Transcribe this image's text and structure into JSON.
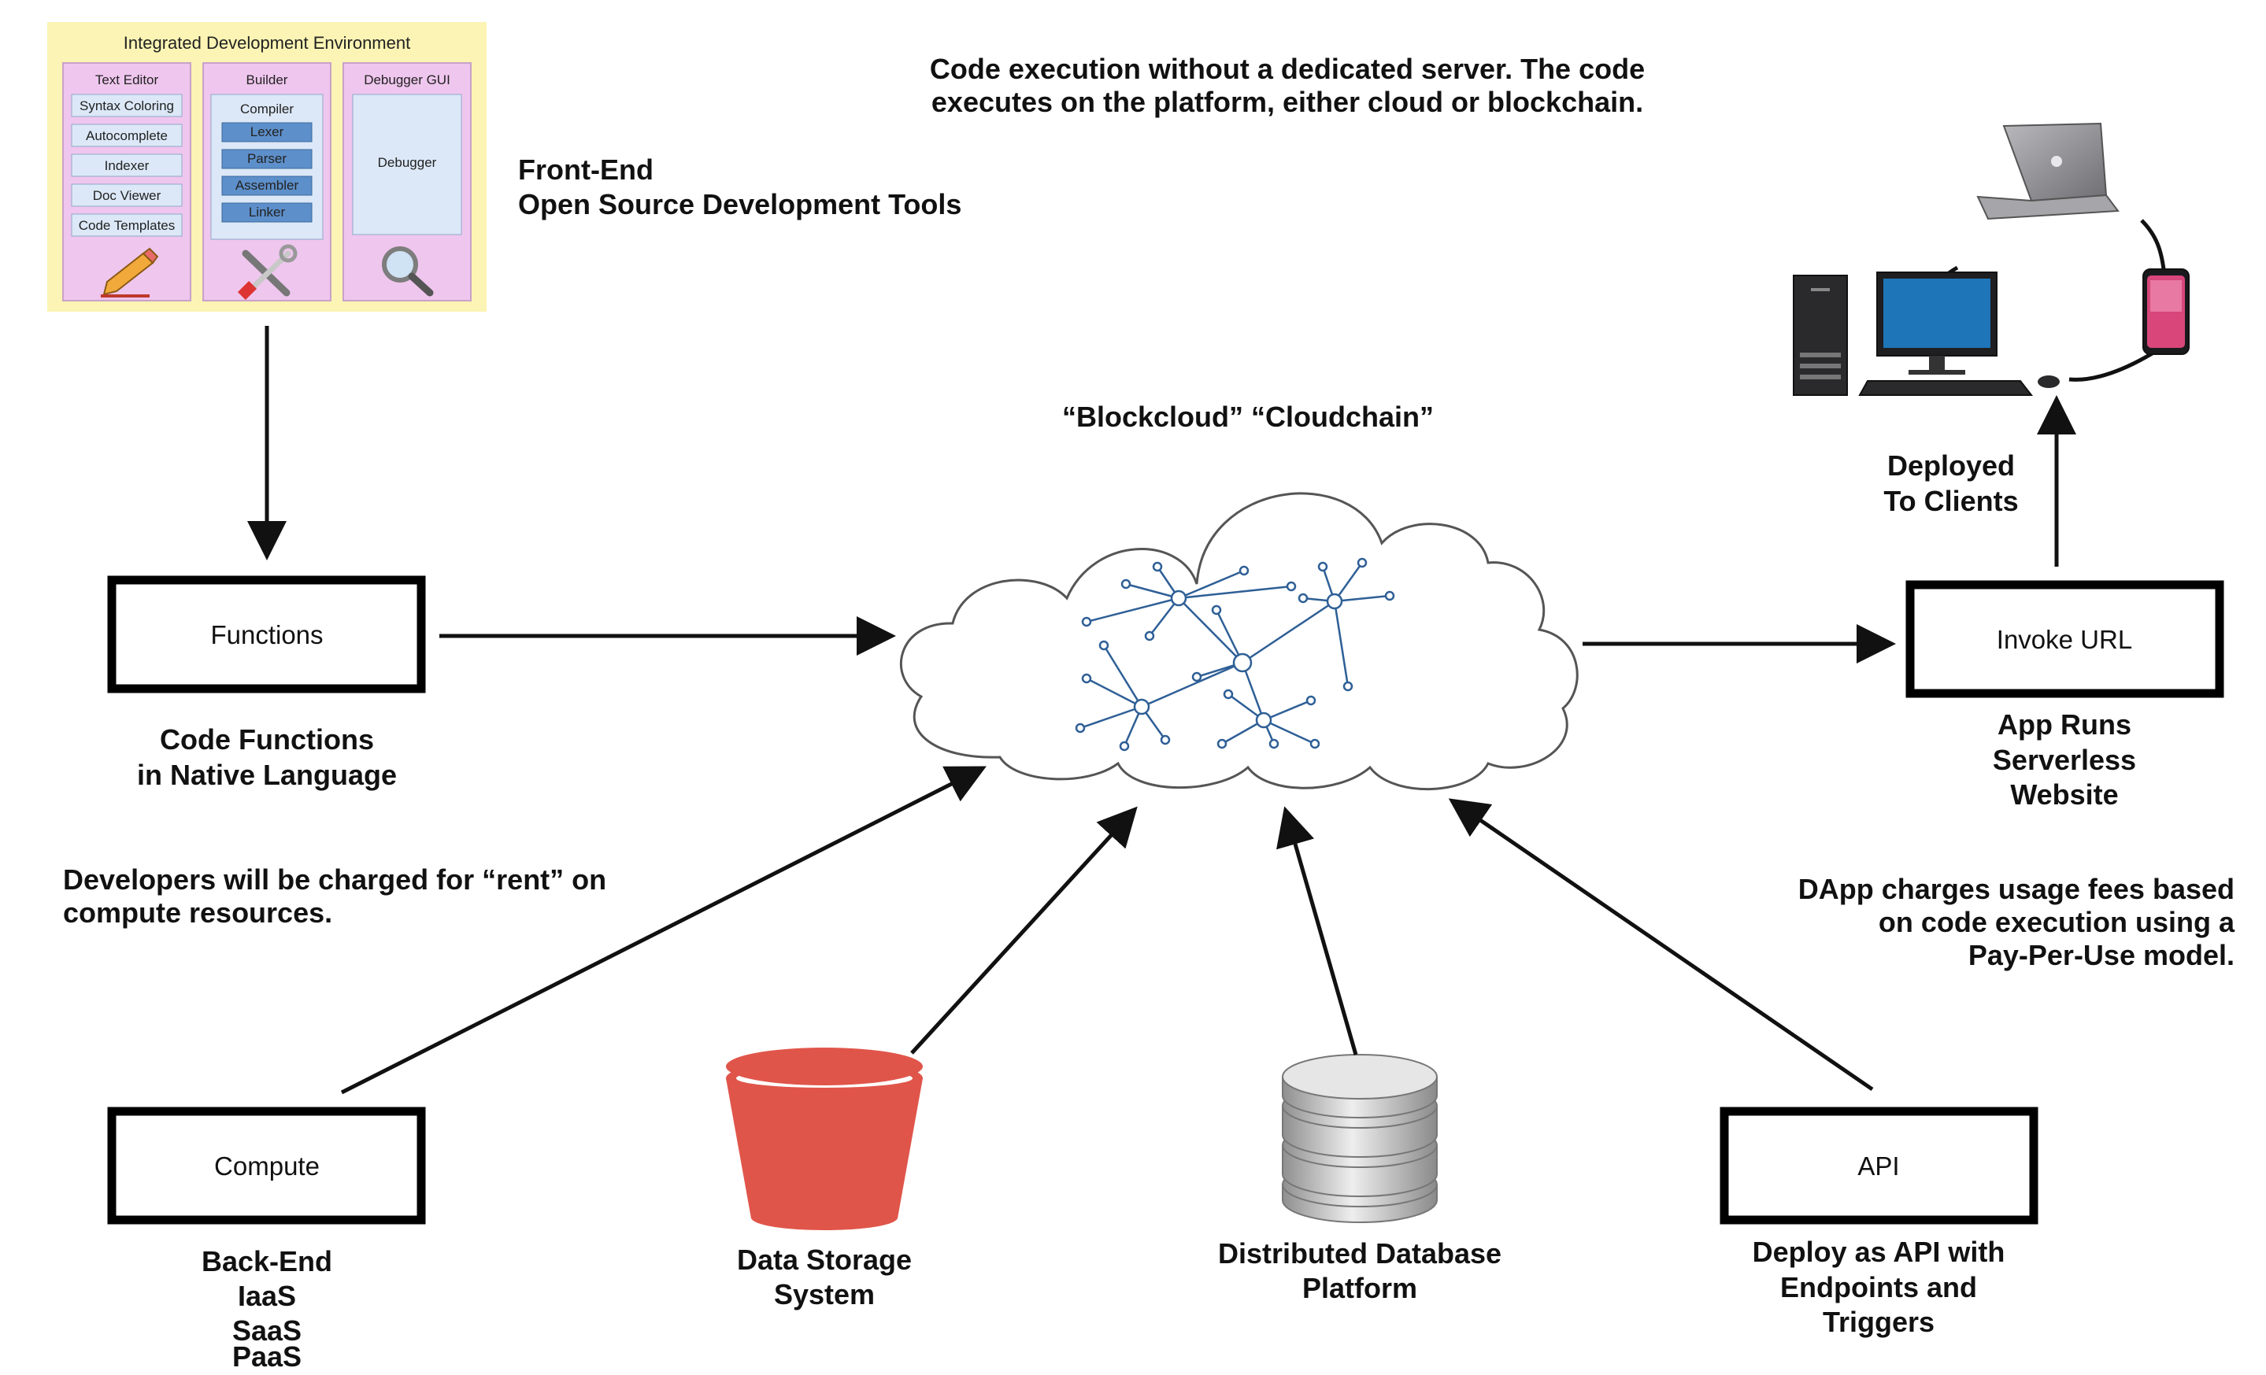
{
  "ide": {
    "title": "Integrated Development Environment",
    "columns": [
      {
        "heading": "Text Editor",
        "items": [
          "Syntax Coloring",
          "Autocomplete",
          "Indexer",
          "Doc Viewer",
          "Code Templates"
        ],
        "icon": "pencil-icon"
      },
      {
        "heading": "Builder",
        "subheading": "Compiler",
        "items": [
          "Lexer",
          "Parser",
          "Assembler",
          "Linker"
        ],
        "icon": "tools-icon"
      },
      {
        "heading": "Debugger GUI",
        "items": [
          "Debugger"
        ],
        "icon": "magnifier-icon"
      }
    ]
  },
  "frontend": {
    "line1": "Front-End",
    "line2": "Open Source Development Tools"
  },
  "top_note": {
    "line1": "Code execution without a dedicated server. The code",
    "line2": "executes on the platform, either cloud or blockchain."
  },
  "cloud": {
    "title": "“Blockcloud” “Cloudchain”"
  },
  "functions": {
    "box": "Functions",
    "line1": "Code Functions",
    "line2": "in Native Language"
  },
  "invoke": {
    "box": "Invoke URL",
    "line1": "App Runs",
    "line2": "Serverless",
    "line3": "Website"
  },
  "deployed": {
    "line1": "Deployed",
    "line2": "To Clients"
  },
  "rent_note": {
    "line1": "Developers will be charged for “rent” on",
    "line2": "compute resources."
  },
  "dapp_note": {
    "line1": "DApp charges usage fees based",
    "line2": "on code execution using a",
    "line3": "Pay-Per-Use model."
  },
  "compute": {
    "box": "Compute",
    "lines": [
      "Back-End",
      "IaaS",
      "SaaS",
      "PaaS"
    ]
  },
  "storage": {
    "line1": "Data Storage",
    "line2": "System"
  },
  "database": {
    "line1": "Distributed Database",
    "line2": "Platform"
  },
  "api": {
    "box": "API",
    "line1": "Deploy as API with",
    "line2": "Endpoints and",
    "line3": "Triggers"
  },
  "colors": {
    "ide_bg": "#fbf4b4",
    "ide_panel": "#efc6ee",
    "ide_item": "#dce8f7",
    "ide_item_dark": "#5d8fca",
    "bucket": "#e0554a",
    "arrow": "#111111"
  }
}
